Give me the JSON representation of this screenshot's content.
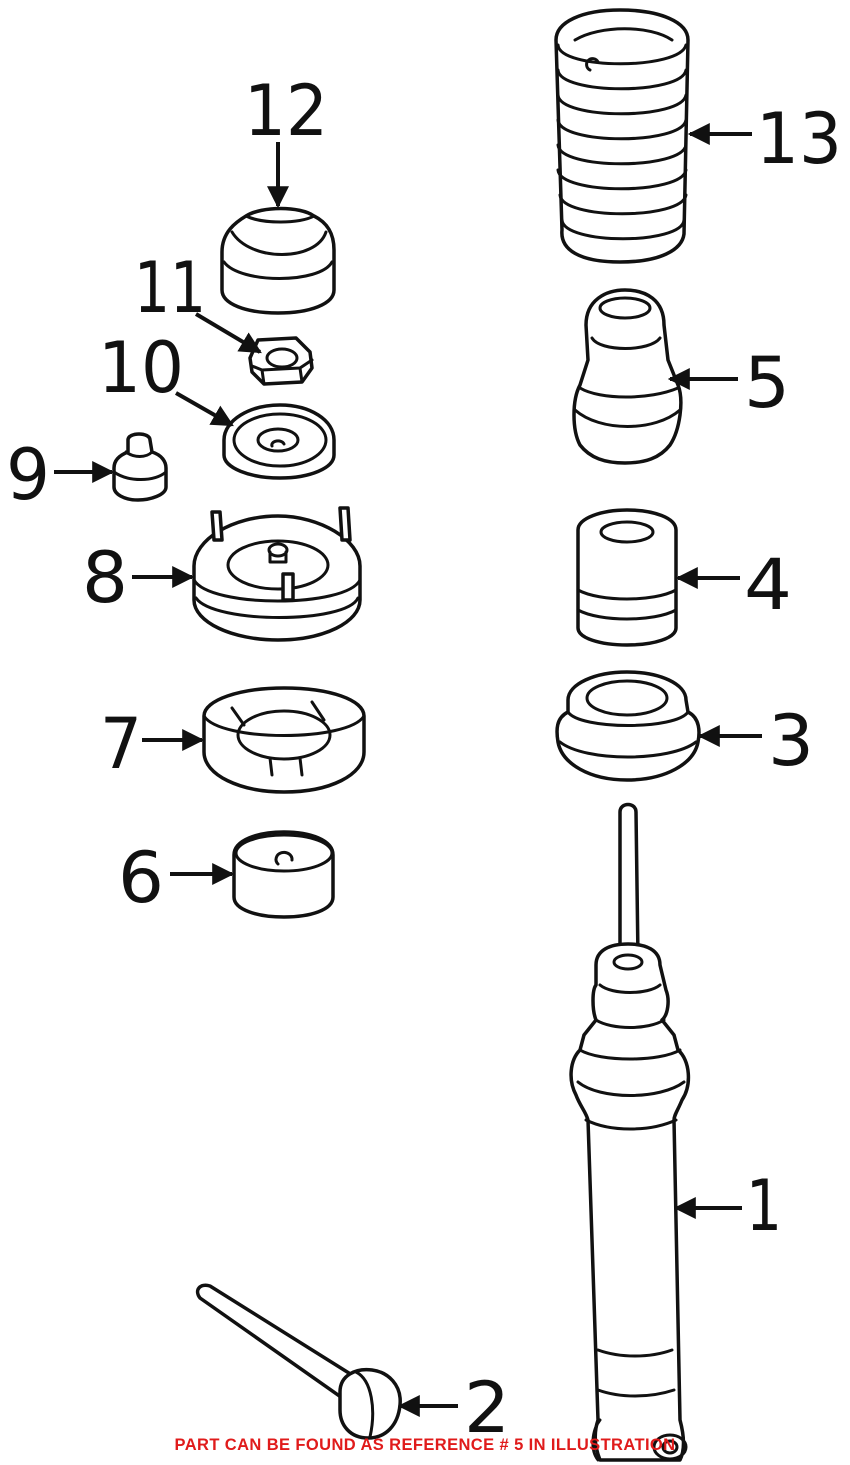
{
  "diagram": {
    "callouts": {
      "p1": "1",
      "p2": "2",
      "p3": "3",
      "p4": "4",
      "p5": "5",
      "p6": "6",
      "p7": "7",
      "p8": "8",
      "p9": "9",
      "p10": "10",
      "p11": "11",
      "p12": "12",
      "p13": "13"
    },
    "parts": [
      "shock-absorber",
      "bolt",
      "spring-seat",
      "bump-stop-sleeve",
      "bump-stop",
      "bushing",
      "spring-pad",
      "strut-mount",
      "stud",
      "washer",
      "nut",
      "dust-cap",
      "coil-spring"
    ]
  },
  "footer": {
    "note": "PART CAN BE FOUND AS REFERENCE # 5 IN ILLUSTRATION",
    "color": "#e01b1b"
  },
  "colors": {
    "line": "#111111",
    "background": "#ffffff"
  }
}
